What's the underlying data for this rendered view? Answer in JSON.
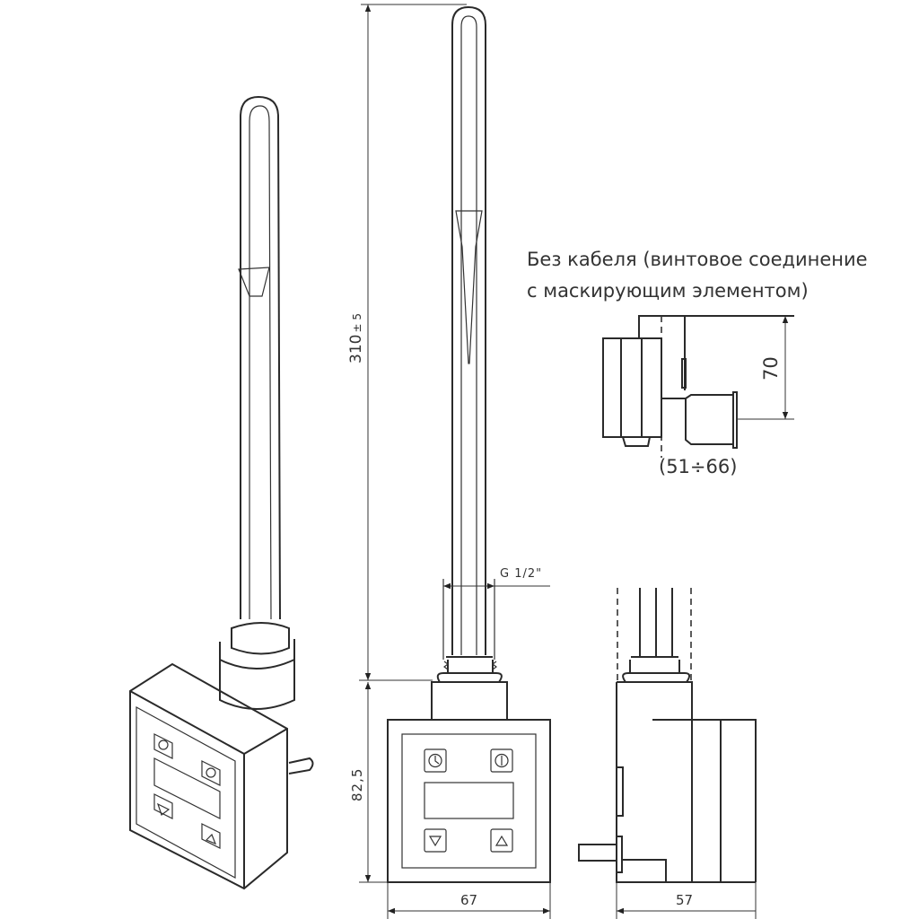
{
  "caption": {
    "line1": "Без кабеля (винтовое соединение",
    "line2": "с маскирующим элементом)"
  },
  "dimensions": {
    "total_length": "310",
    "total_length_tolerance": "± 5",
    "thread": "G 1/2\"",
    "body_height": "82,5",
    "body_width": "67",
    "body_depth": "57",
    "inset_height": "70",
    "inset_range": "(51÷66)"
  },
  "buttons": [
    "clock-button",
    "power-button",
    "down-button",
    "up-button"
  ]
}
